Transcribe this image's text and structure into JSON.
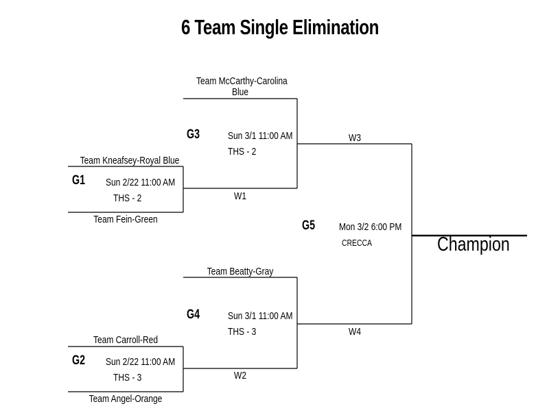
{
  "title": "6 Team Single Elimination",
  "games": {
    "g1": {
      "label": "G1",
      "time": "Sun 2/22 11:00 AM",
      "field": "THS - 2",
      "top_team": "Team Kneafsey-Royal Blue",
      "bottom_team": "Team Fein-Green",
      "winner": "W1"
    },
    "g2": {
      "label": "G2",
      "time": "Sun 2/22 11:00 AM",
      "field": "THS - 3",
      "top_team": "Team Carroll-Red",
      "bottom_team": "Team Angel-Orange",
      "winner": "W2"
    },
    "g3": {
      "label": "G3",
      "time": "Sun 3/1 11:00 AM",
      "field": "THS - 2",
      "top_team_line1": "Team McCarthy-Carolina",
      "top_team_line2": "Blue",
      "winner": "W3"
    },
    "g4": {
      "label": "G4",
      "time": "Sun 3/1 11:00 AM",
      "field": "THS - 3",
      "top_team": "Team Beatty-Gray",
      "winner": "W4"
    },
    "g5": {
      "label": "G5",
      "time": "Mon 3/2  6:00 PM",
      "field": "CRECCA"
    }
  },
  "champion": "Champion"
}
